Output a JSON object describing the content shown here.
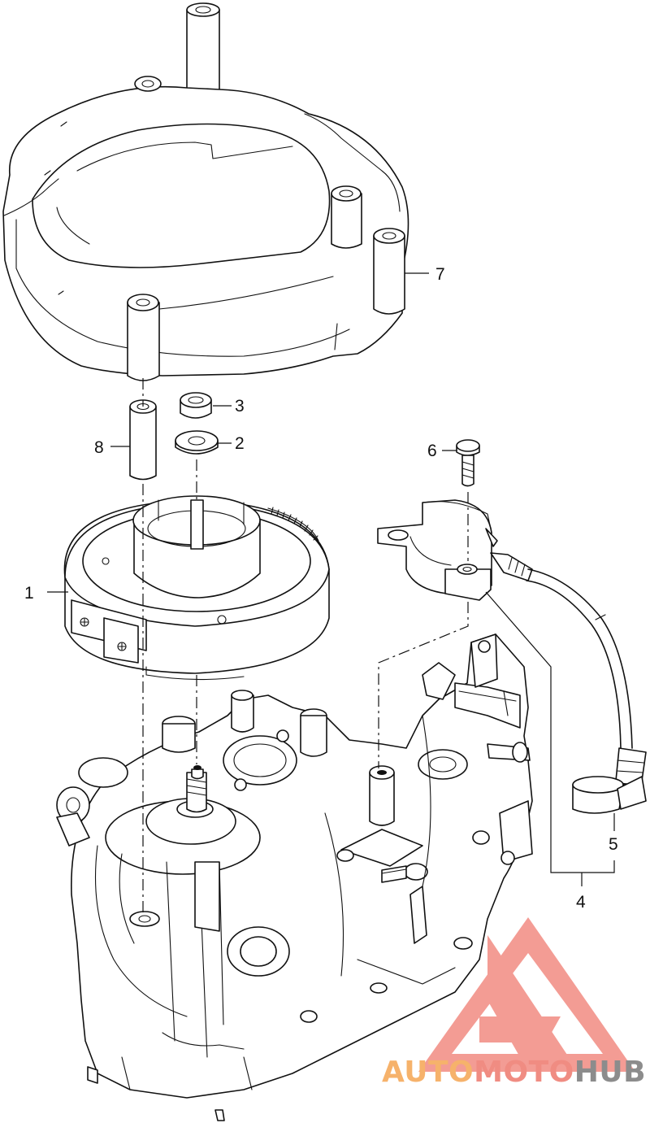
{
  "callouts": [
    {
      "id": "1",
      "label": "1"
    },
    {
      "id": "2",
      "label": "2"
    },
    {
      "id": "3",
      "label": "3"
    },
    {
      "id": "4",
      "label": "4"
    },
    {
      "id": "5",
      "label": "5"
    },
    {
      "id": "6",
      "label": "6"
    },
    {
      "id": "7",
      "label": "7"
    },
    {
      "id": "8",
      "label": "8"
    }
  ],
  "watermark": {
    "part1": "AUTO",
    "part2": "MOTO",
    "part3": "HUB",
    "colors": {
      "part1": "#f6b26b",
      "part2": "#f08c82",
      "part3": "#8c8c8c",
      "logo": "#f28b82"
    }
  },
  "icons": [
    "logo-triangle-icon"
  ]
}
